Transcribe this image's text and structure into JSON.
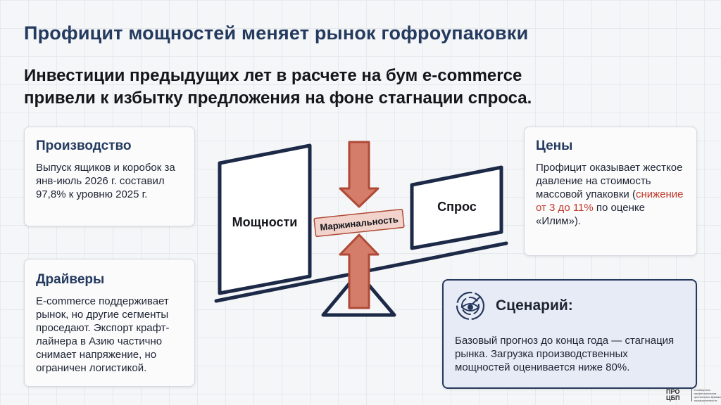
{
  "title": "Профицит мощностей меняет рынок гофроупаковки",
  "subtitle": {
    "line1": "Инвестиции предыдущих лет в расчете на бум e-commerce",
    "line2": "привели  к избытку предложения на фоне стагнации спроса."
  },
  "production": {
    "heading": "Производство",
    "text": "Выпуск ящиков и коробок за янв-июль 2026 г. составил 97,8% к уровню 2025 г."
  },
  "drivers": {
    "heading": "Драйверы",
    "text": "E-commerce поддерживает рынок, но другие сегменты проседают. Экспорт крафт-лайнера в Азию частично снимает напряжение, но ограничен логистикой."
  },
  "prices": {
    "heading": "Цены",
    "text_before": "Профицит оказывает жесткое давление на стоимость массовой упаковки (",
    "text_highlight": "снижение от 3 до 11%",
    "text_after": " по оценке «Илим»)."
  },
  "scenario": {
    "heading": "Сценарий:",
    "icon": "radar-eye-icon",
    "text": "Базовый прогноз до конца года — стагнация рынка. Загрузка производственных мощностей оценивается ниже 80%."
  },
  "diagram": {
    "left_label": "Мощности",
    "right_label": "Спрос",
    "center_label": "Маржинальность"
  },
  "logo": {
    "mark": "ПРО ЦБП",
    "text": "Сообщество профессионалов целлюлозно-бумажной промышленности"
  },
  "colors": {
    "navy": "#243a5e",
    "arrow_fill": "#d47d6a",
    "arrow_stroke": "#b04a36",
    "badge_fill": "#f2d3cb",
    "highlight": "#c0392b",
    "scenario_bg": "#e7ebf6"
  }
}
